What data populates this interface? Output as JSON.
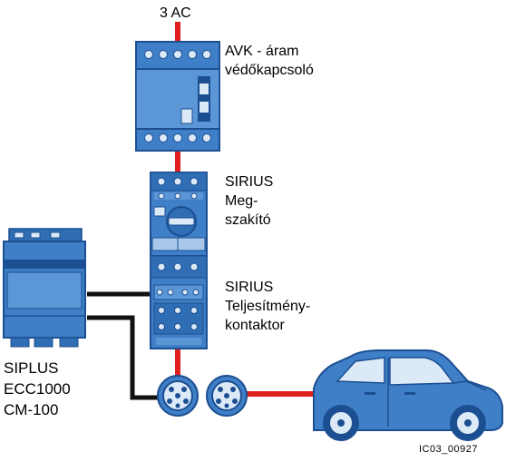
{
  "labels": {
    "source": "3 AC",
    "avk": [
      "AVK - áram",
      "védőkapcsoló"
    ],
    "sirius_breaker": [
      "SIRIUS",
      "Meg-",
      "szakító"
    ],
    "sirius_contactor": [
      "SIRIUS",
      "Teljesítmény-",
      "kontaktor"
    ],
    "siplus": [
      "SIPLUS",
      "ECC1000",
      "CM-100"
    ],
    "figure_code": "IC03_00927"
  },
  "colors": {
    "device_fill": "#3f7fc7",
    "device_dark": "#1c4f91",
    "device_light": "#dce9f7",
    "power_line": "#e0201c",
    "control_line": "#111111",
    "car_body": "#3f7fc7"
  },
  "icons": [
    "residual-current-breaker-icon",
    "circuit-breaker-icon",
    "power-contactor-icon",
    "siplus-controller-icon",
    "charging-socket-icon",
    "charging-plug-icon",
    "electric-car-icon"
  ]
}
